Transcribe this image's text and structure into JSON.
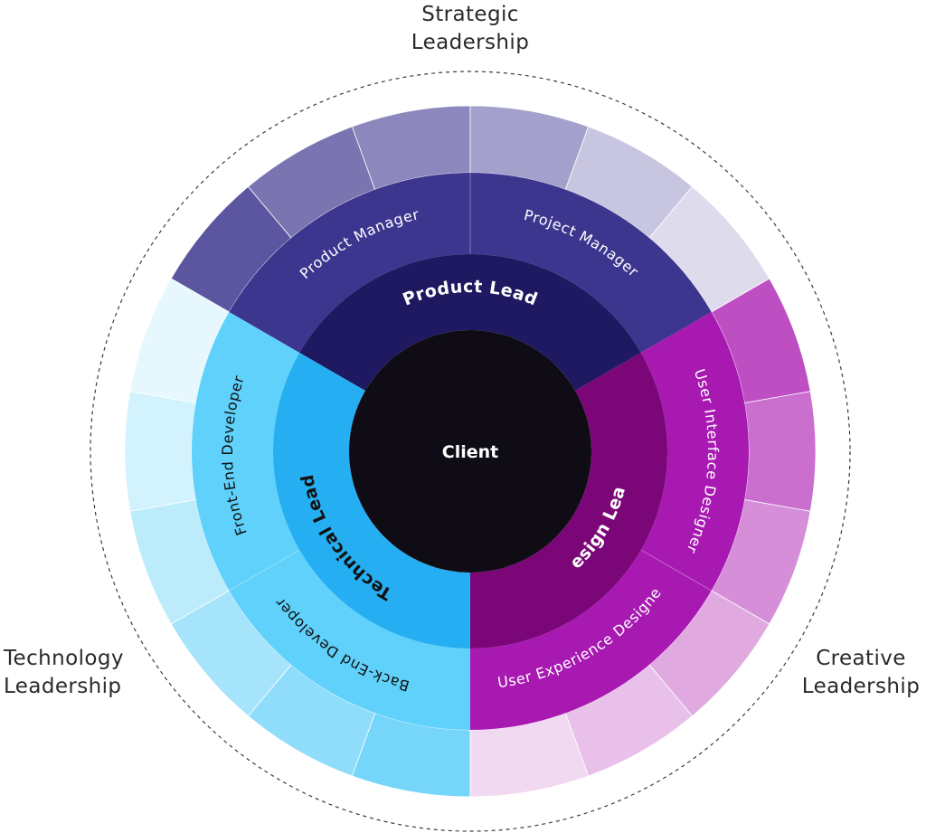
{
  "outer_labels": {
    "strategic": "Strategic\nLeadership",
    "technology": "Technology\nLeadership",
    "creative": "Creative\nLeadership"
  },
  "center": {
    "label": "Client",
    "color": "#0f0c15",
    "text_color": "#ffffff"
  },
  "sections": [
    {
      "id": "product",
      "lead": "Product Lead",
      "lead_color": "#1e1960",
      "role_ring_color": "#3d368f",
      "text_color": "#ffffff",
      "roles": [
        "Product Manager",
        "Project Manager"
      ],
      "outer_segments": [
        "#5c56a0",
        "#7a75b0",
        "#8c87bc",
        "#a3a0cb",
        "#c8c5e0",
        "#dddbec"
      ]
    },
    {
      "id": "design",
      "lead": "Design Lead",
      "lead_color": "#7a0678",
      "role_ring_color": "#a819b2",
      "text_color": "#ffffff",
      "roles": [
        "User Interface Designer",
        "User Experience Designer"
      ],
      "outer_segments": [
        "#be4fc3",
        "#cb6fce",
        "#d68ed9",
        "#e0a9e0",
        "#e8c0e9",
        "#f1d9f2"
      ]
    },
    {
      "id": "technical",
      "lead": "Technical Lead",
      "lead_color": "#26aef2",
      "role_ring_color": "#5fd1fa",
      "text_color": "#111111",
      "roles": [
        "Back-End Developer",
        "Front-End Developer"
      ],
      "outer_segments": [
        "#76d6fa",
        "#8fddfb",
        "#a6e4fb",
        "#bcebfc",
        "#d2f2fd",
        "#e6f8fe"
      ]
    }
  ]
}
